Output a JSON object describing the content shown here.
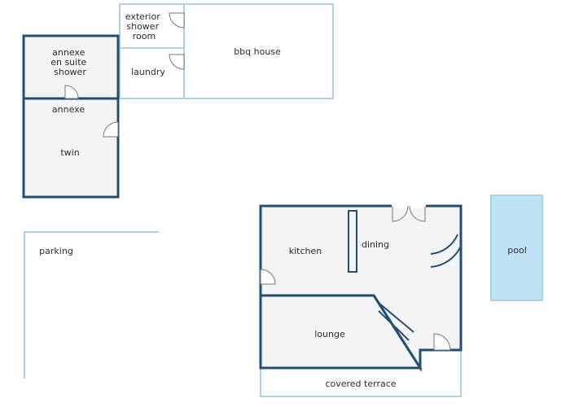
{
  "rooms": {
    "exterior_shower_room": [
      "exterior",
      "shower",
      "room"
    ],
    "laundry": "laundry",
    "bbq_house": "bbq house",
    "annexe_en_suite_shower": [
      "annexe",
      "en suite",
      "shower"
    ],
    "annexe": "annexe",
    "twin": "twin",
    "parking": "parking",
    "kitchen": "kitchen",
    "dining": "dining",
    "lounge": "lounge",
    "covered_terrace": "covered terrace",
    "pool": "pool"
  },
  "colors": {
    "wall": "#1f4f73",
    "outline": "#a9d4e8",
    "floor": "#f4f4f4",
    "pool": "#bfe3f5",
    "door": "#777777"
  }
}
